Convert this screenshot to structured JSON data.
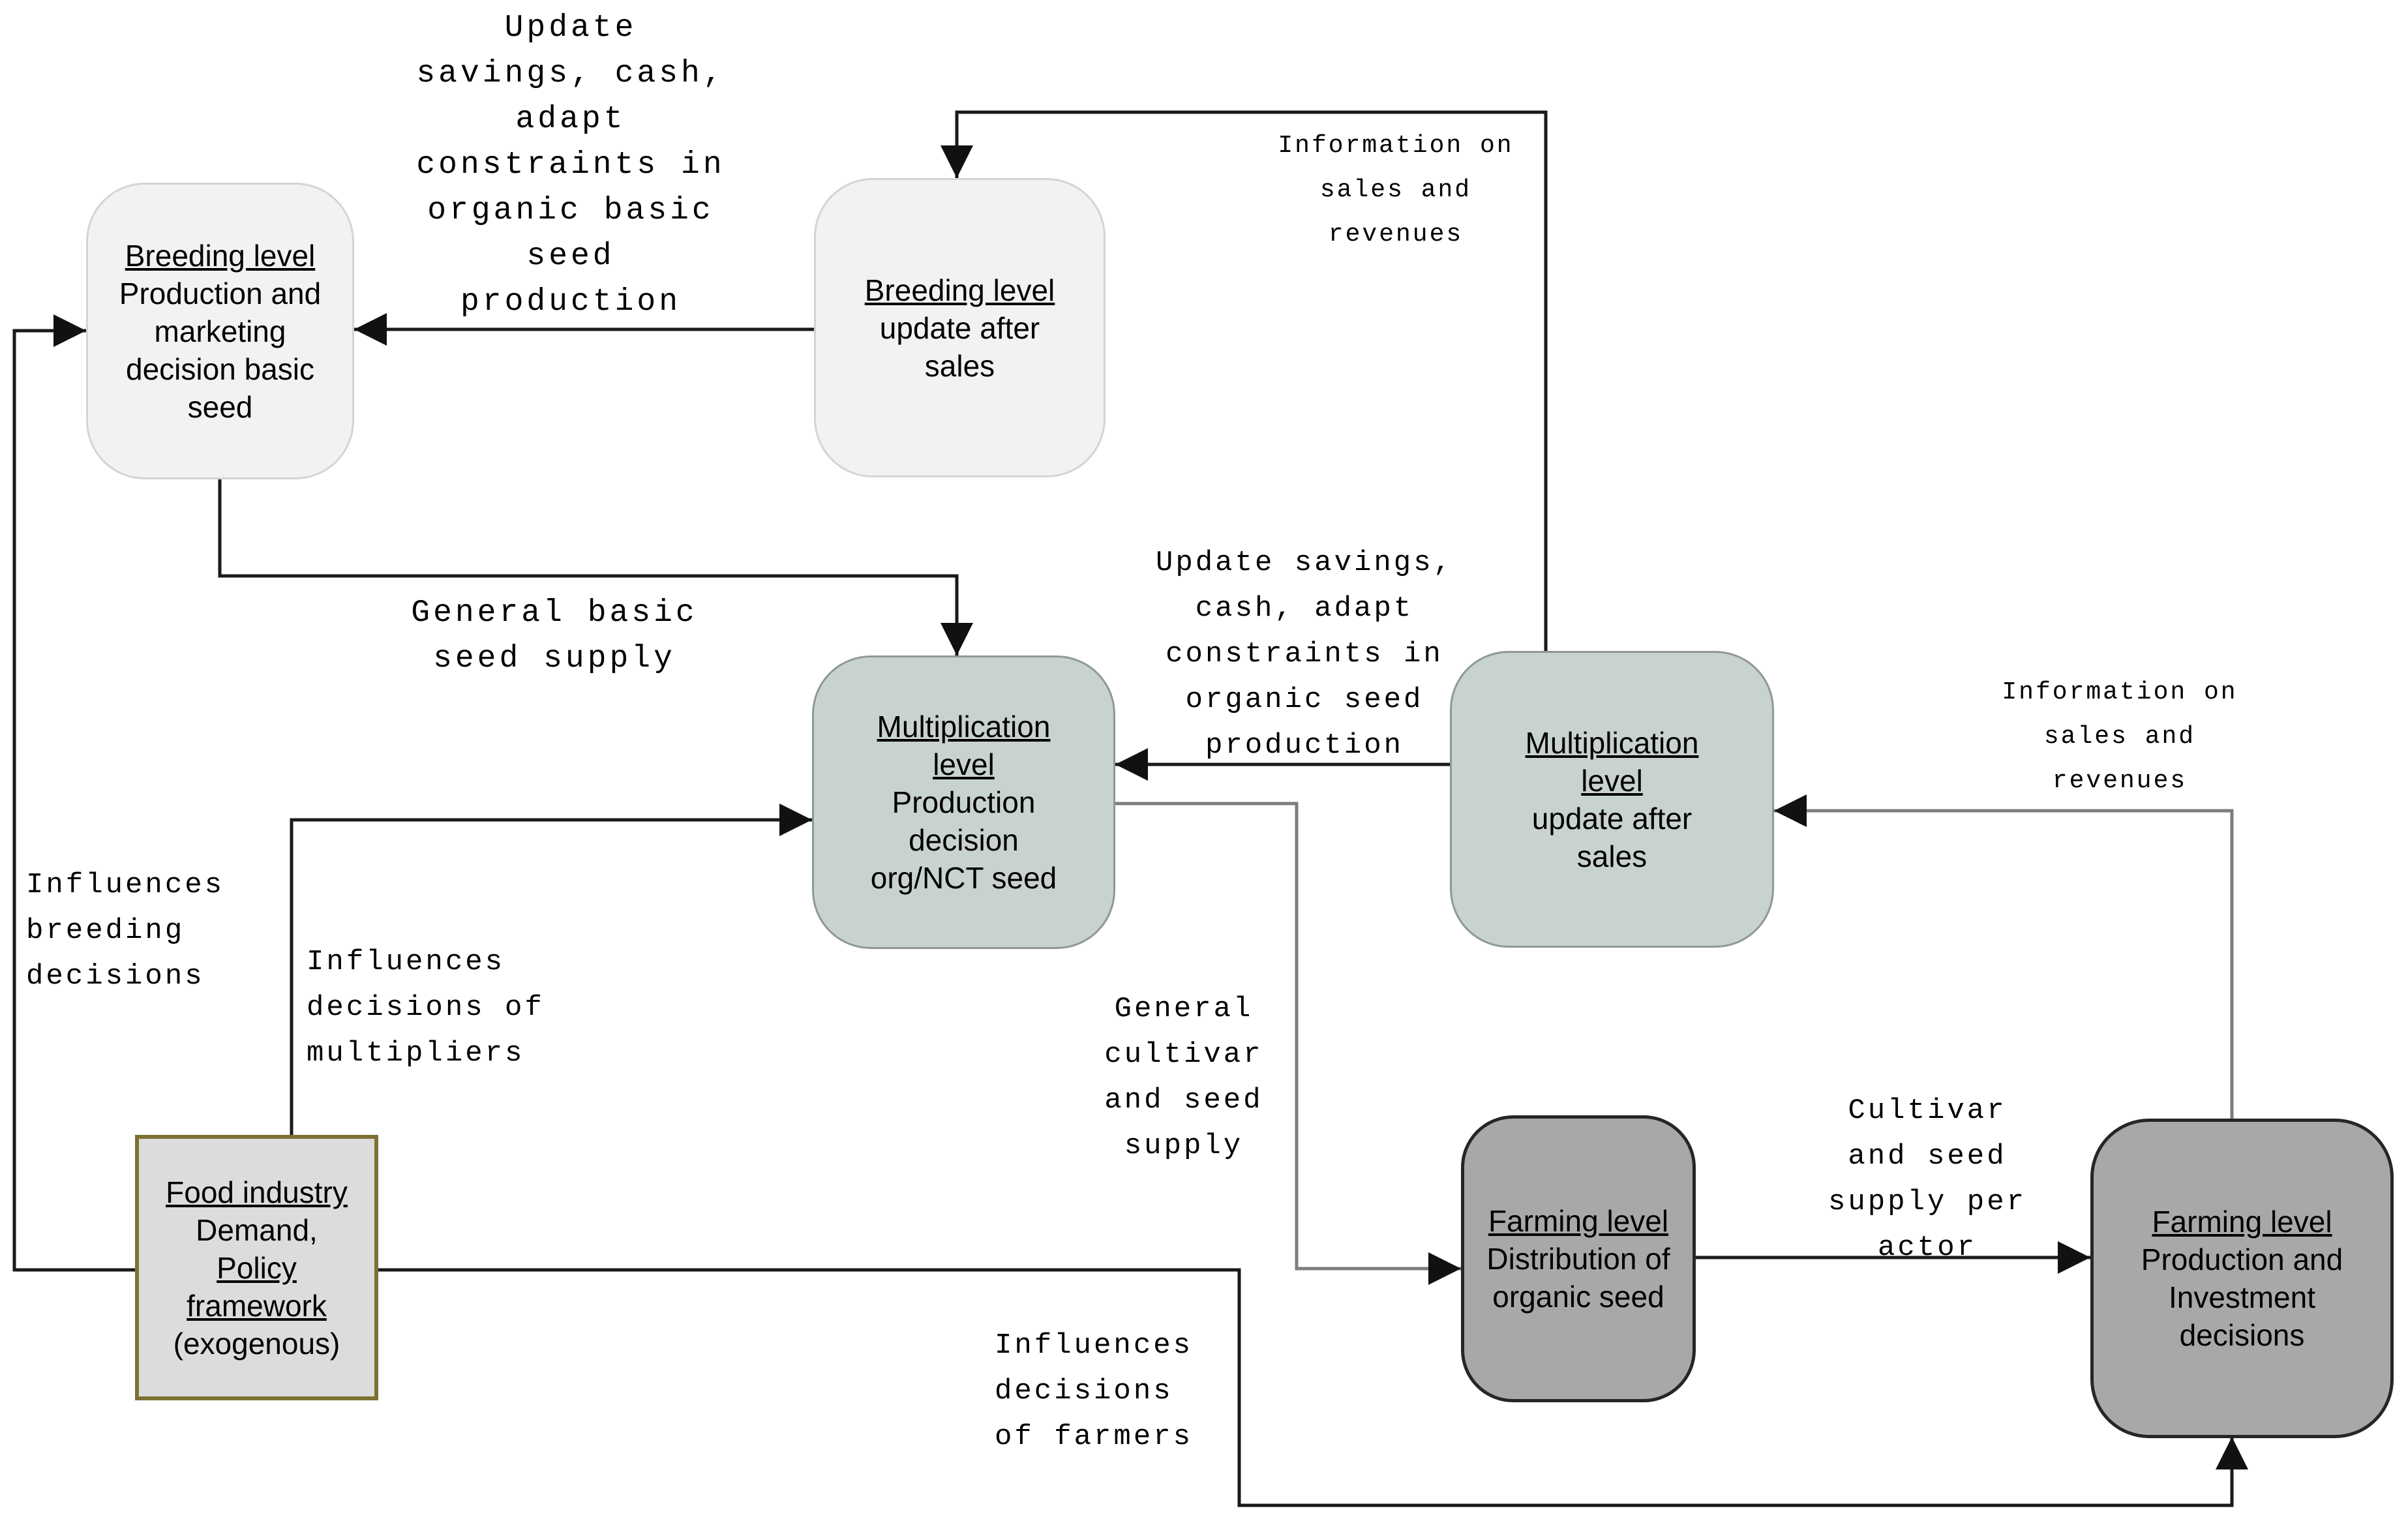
{
  "diagram": {
    "description": "Flow diagram of decision levels in an organic seed supply chain",
    "boxes": {
      "breeding_decision": {
        "heading": "Breeding level",
        "body": "Production and\nmarketing\ndecision basic\nseed"
      },
      "breeding_update": {
        "heading": "Breeding level",
        "body": "update after\nsales"
      },
      "multiplication_decision": {
        "heading": "Multiplication\nlevel",
        "body": "Production\ndecision\norg/NCT seed"
      },
      "multiplication_update": {
        "heading": "Multiplication\nlevel",
        "body": "update after\nsales"
      },
      "food_industry": {
        "heading": "Food industry",
        "body": "Demand,",
        "heading2": "Policy\nframework",
        "body2": "(exogenous)"
      },
      "farming_distribution": {
        "heading": "Farming level",
        "body": "Distribution of\norganic seed"
      },
      "farming_production": {
        "heading": "Farming level",
        "body": "Production and\nInvestment\ndecisions"
      }
    },
    "edge_labels": {
      "update_basic": "Update\nsavings, cash,\nadapt\nconstraints in\norganic basic\nseed\nproduction",
      "info_sales_top": "Information on\nsales and\nrevenues",
      "general_basic": "General basic\nseed supply",
      "update_seed": "Update savings,\ncash, adapt\nconstraints in\norganic seed\nproduction",
      "info_sales_right": "Information on\nsales and\nrevenues",
      "influences_breeding": "Influences\nbreeding\ndecisions",
      "influences_multipliers": "Influences\ndecisions of\nmultipliers",
      "general_cultivar": "General\ncultivar\nand seed\nsupply",
      "cultivar_actor": "Cultivar\nand seed\nsupply per\nactor",
      "influences_farmers": "Influences\ndecisions\nof farmers"
    },
    "colors": {
      "breeding_fill": "#f2f2f2",
      "breeding_border": "#d4d4d4",
      "multiplication_fill": "#c9d3cd",
      "multiplication_border": "#8f9994",
      "farming_fill": "#a8a8a8",
      "farming_border": "#262626",
      "food_fill": "#dcdcdc",
      "food_border": "#7b7233",
      "line_black": "#1a1a1a",
      "line_gray": "#7d7d7d"
    }
  }
}
